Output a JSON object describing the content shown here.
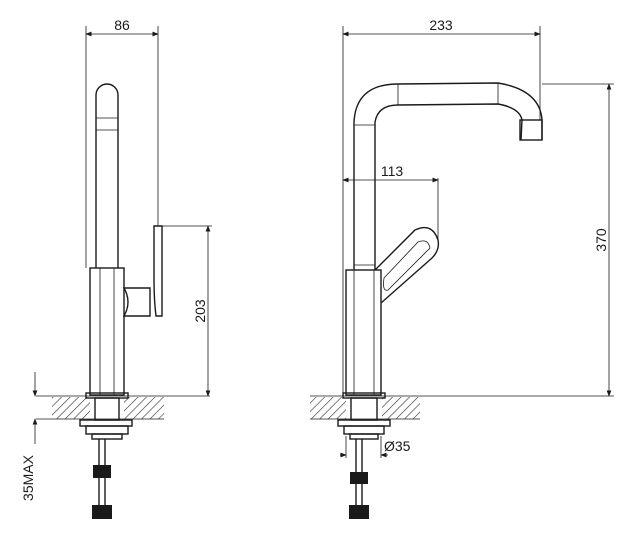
{
  "drawing": {
    "side_view": {
      "width_label": "86",
      "height_label": "203",
      "thickness_label": "35MAX"
    },
    "front_view": {
      "width_label": "233",
      "handle_reach_label": "113",
      "height_label": "370",
      "diameter_label": "Ø35"
    }
  }
}
